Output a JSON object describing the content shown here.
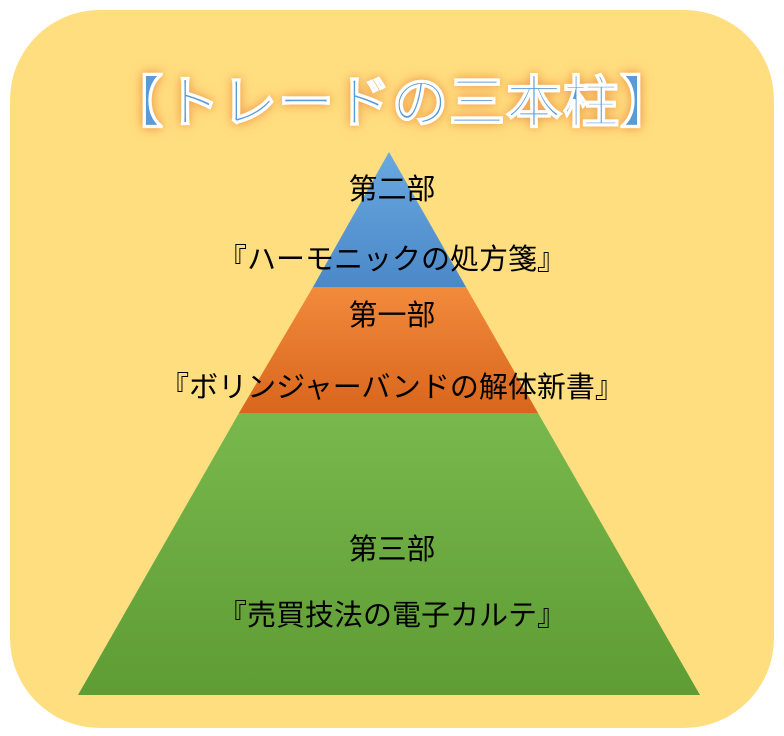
{
  "title": "【トレードの三本柱】",
  "tiers": [
    {
      "part": "第二部",
      "name": "『ハーモニックの処方箋』",
      "color": "#5B9BD5"
    },
    {
      "part": "第一部",
      "name": "『ボリンジャーバンドの解体新書』",
      "color": "#ED7D31"
    },
    {
      "part": "第三部",
      "name": "『売買技法の電子カルテ』",
      "color": "#70AD47"
    }
  ]
}
